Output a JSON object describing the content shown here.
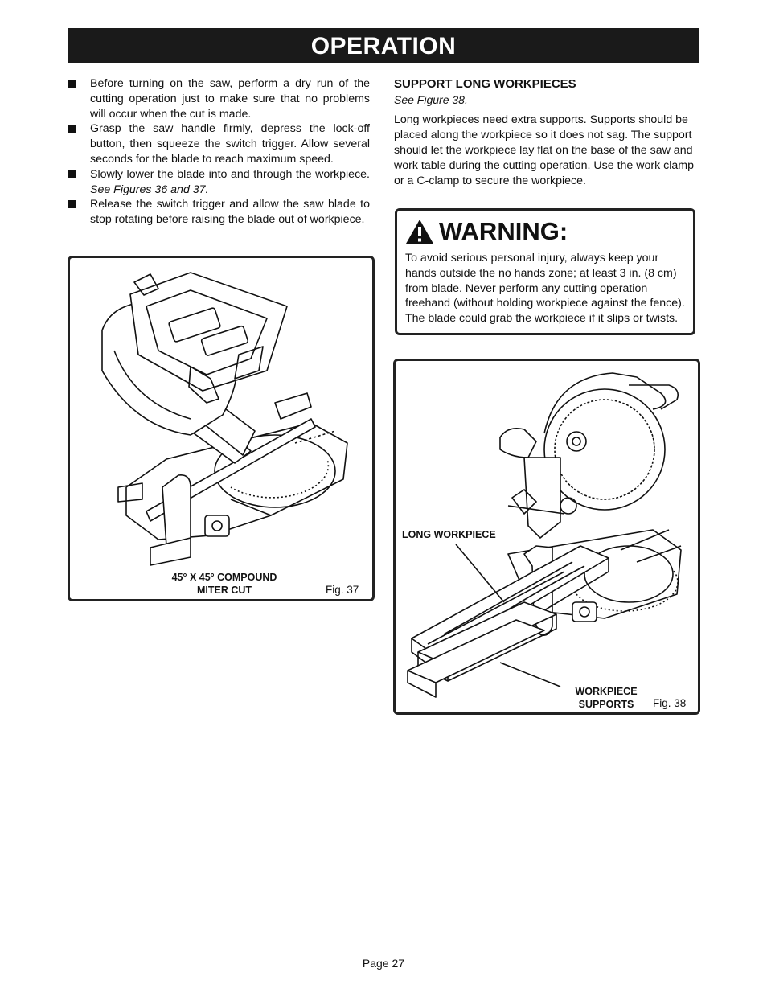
{
  "header": {
    "title": "OPERATION"
  },
  "left": {
    "bullets": [
      {
        "text": "Before turning on the saw, perform a dry run of the cutting operation just to make sure that no problems will occur when the cut is made."
      },
      {
        "text": "Grasp the saw handle firmly, depress the lock-off button, then squeeze the switch trigger. Allow several seconds for the blade to reach maximum speed."
      },
      {
        "text": "Slowly lower the blade into and through the workpiece. ",
        "ref": "See Figures 36 and 37."
      },
      {
        "text": "Release the switch trigger and allow the saw blade to stop rotating before raising the blade out of workpiece."
      }
    ]
  },
  "support": {
    "heading": "SUPPORT LONG WORKPIECES",
    "see": "See Figure 38.",
    "body": "Long workpieces need extra supports. Supports should be placed along the workpiece so it does not sag. The support should let the workpiece lay flat on the base of the saw and work table during the cutting operation. Use the work clamp or a C-clamp to secure the workpiece."
  },
  "warning": {
    "title": "WARNING:",
    "text": "To avoid serious personal injury, always keep your hands outside the no hands zone; at least 3 in. (8 cm) from blade. Never perform any cutting operation freehand (without holding workpiece against the fence). The blade could grab the workpiece if it slips or twists."
  },
  "fig37": {
    "label_line1": "45° X 45° COMPOUND",
    "label_line2": "MITER CUT",
    "caption": "Fig. 37"
  },
  "fig38": {
    "label_long": "LONG WORKPIECE",
    "label_sup1": "WORKPIECE",
    "label_sup2": "SUPPORTS",
    "caption": "Fig. 38"
  },
  "footer": {
    "page": "Page 27"
  }
}
